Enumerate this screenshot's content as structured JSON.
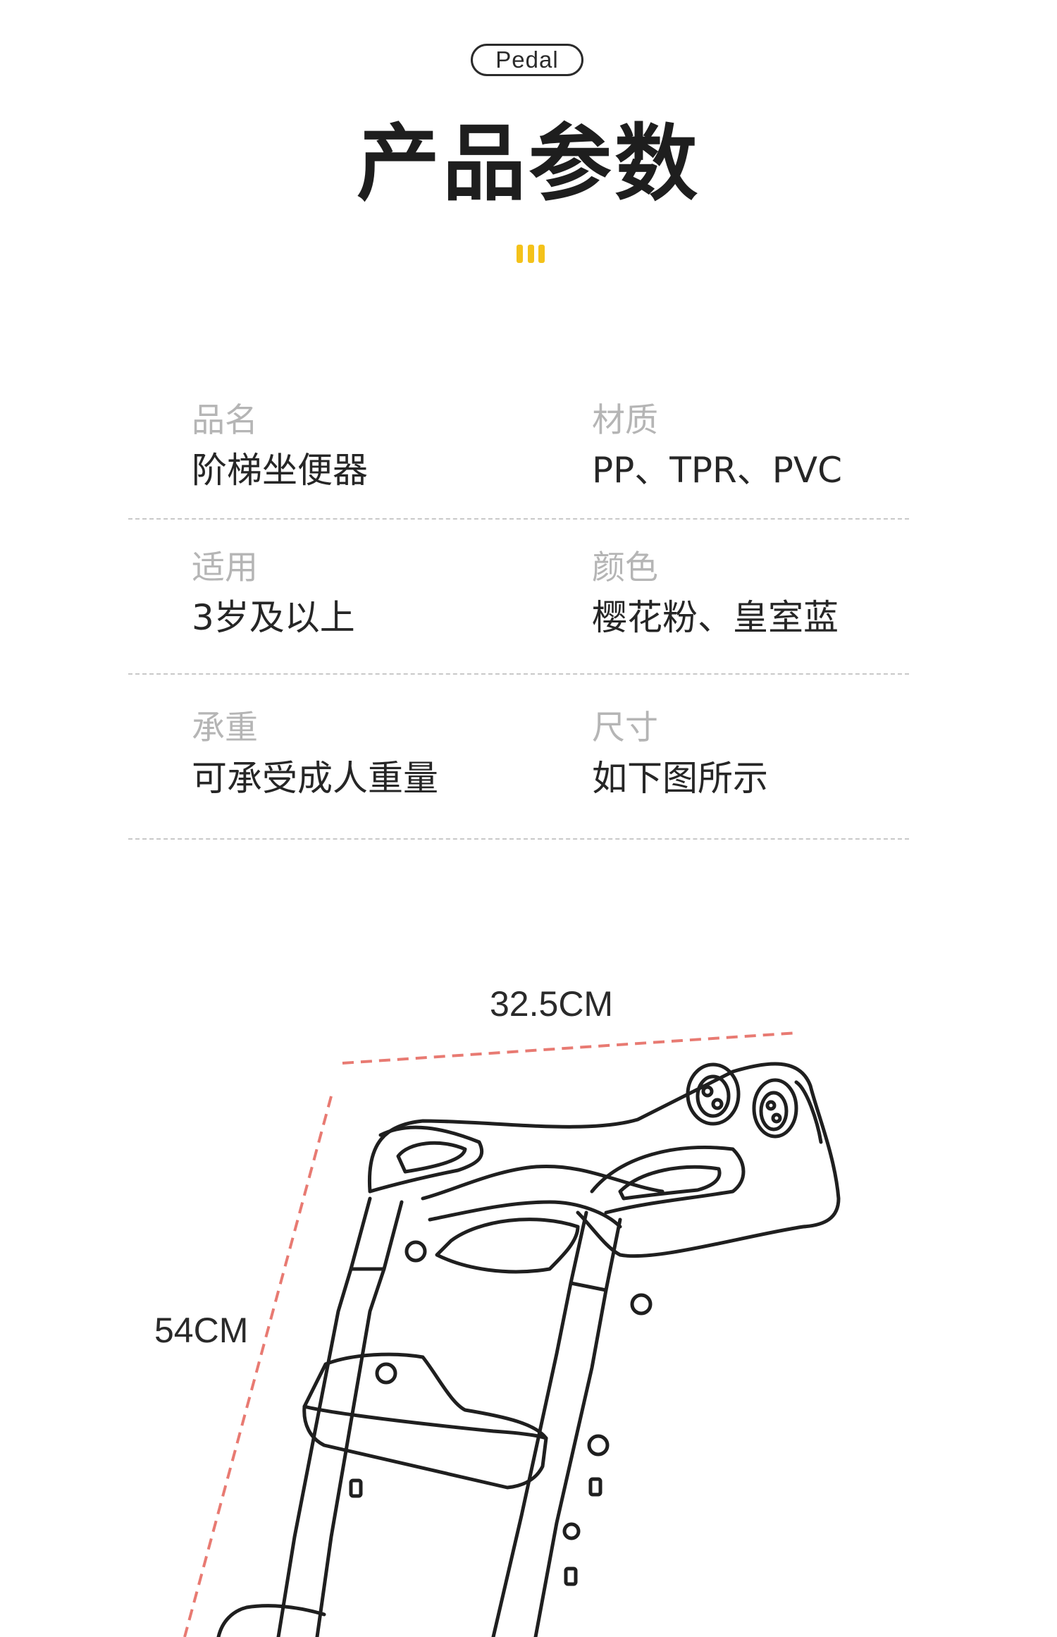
{
  "header": {
    "brand": "Pedal",
    "title": "产品参数",
    "accent_color": "#f4c21a"
  },
  "specs": [
    {
      "label": "品名",
      "value": "阶梯坐便器"
    },
    {
      "label": "材质",
      "value": "PP、TPR、PVC"
    },
    {
      "label": "适用",
      "value": "3岁及以上"
    },
    {
      "label": "颜色",
      "value": "樱花粉、皇室蓝"
    },
    {
      "label": "承重",
      "value": "可承受成人重量"
    },
    {
      "label": "尺寸",
      "value": "如下图所示"
    }
  ],
  "dimensions": {
    "width_label": "32.5CM",
    "height_label": "54CM",
    "line_color": "#e87a72"
  },
  "illustration": {
    "subject": "potty-training-ladder-seat-icon"
  }
}
